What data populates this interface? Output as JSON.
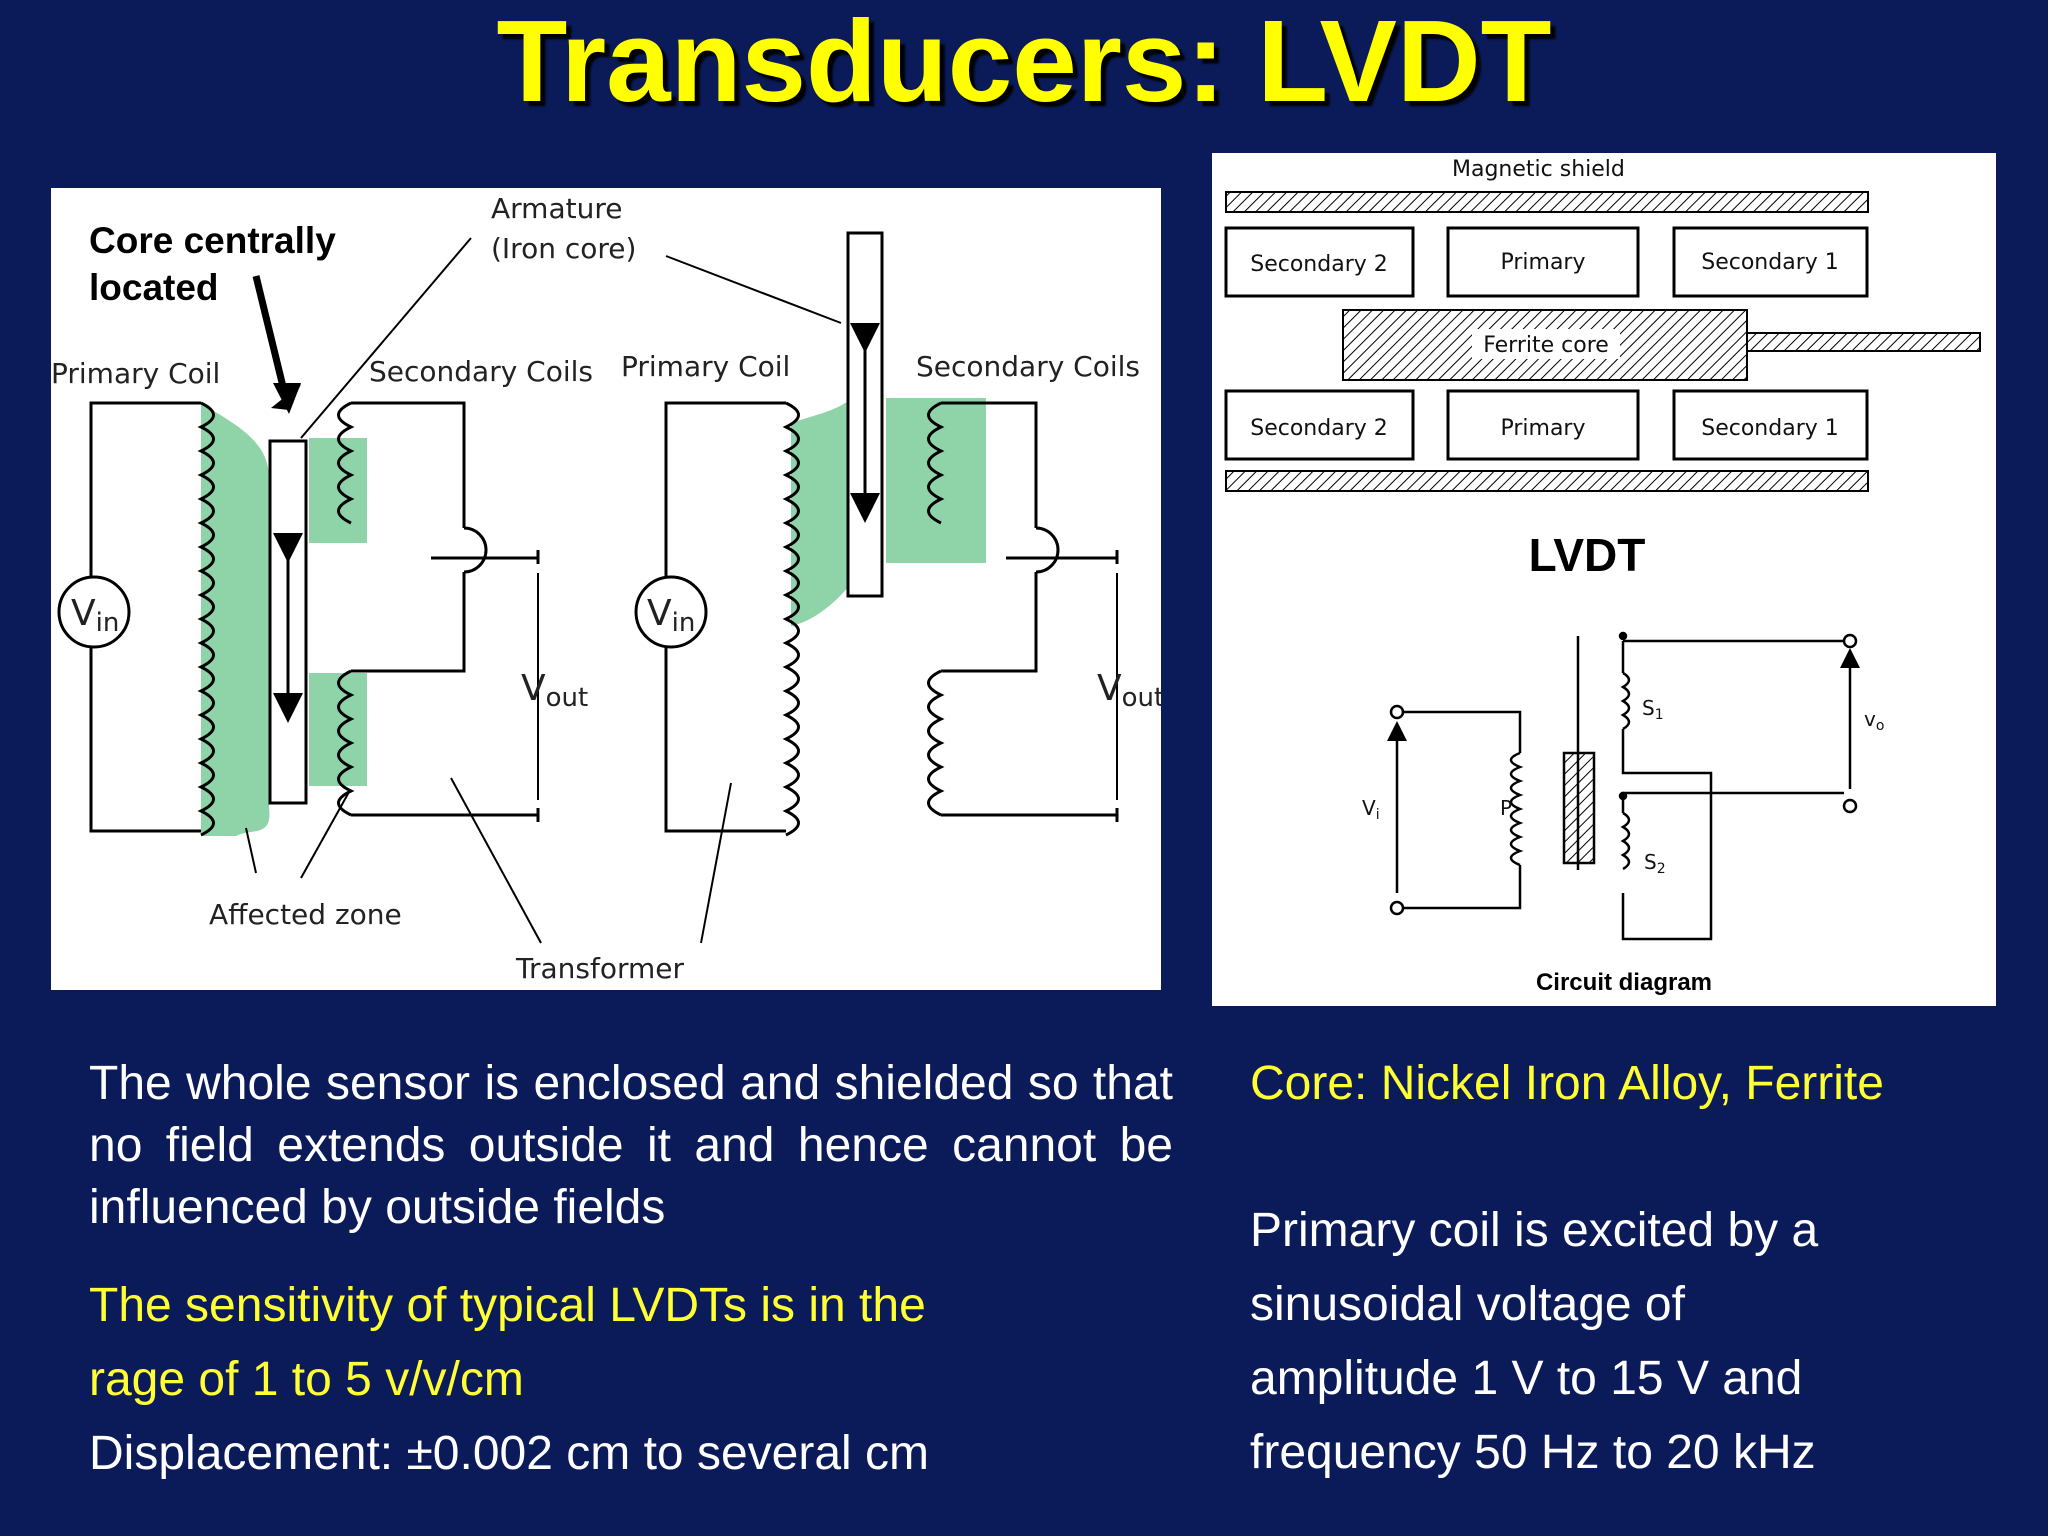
{
  "title": "Transducers: LVDT",
  "colors": {
    "background": "#0b1b5a",
    "title": "#ffff00",
    "highlight_text": "#ffff33",
    "affected_zone": "#8fd3a9"
  },
  "left_diagram": {
    "callout_core": [
      "Core centrally",
      "located"
    ],
    "armature": [
      "Armature",
      "(Iron core)"
    ],
    "primary_coil_left": "Primary Coil",
    "secondary_coils_left": "Secondary Coils",
    "primary_coil_right": "Primary Coil",
    "secondary_coils_right": "Secondary Coils",
    "vin": {
      "main": "V",
      "sub": "in"
    },
    "vout": {
      "main": "V",
      "sub": "out"
    },
    "affected_zone": "Affected zone",
    "transformer": "Transformer"
  },
  "right_diagram": {
    "magnetic_shield": "Magnetic shield",
    "top_row": [
      "Secondary 2",
      "Primary",
      "Secondary 1"
    ],
    "bottom_row": [
      "Secondary 2",
      "Primary",
      "Secondary 1"
    ],
    "ferrite_core": "Ferrite core",
    "lvdt_label": "LVDT",
    "circuit": {
      "vi": {
        "main": "V",
        "sub": "i"
      },
      "p": "P",
      "s1": {
        "main": "S",
        "sub": "1"
      },
      "s2": {
        "main": "S",
        "sub": "2"
      },
      "vo": {
        "main": "v",
        "sub": "o"
      }
    },
    "circuit_caption": "Circuit diagram"
  },
  "text": {
    "enclosed": "The whole sensor is enclosed and shielded so that no field extends outside it and hence cannot be influenced by outside fields",
    "sensitivity_line1": "The sensitivity of typical LVDTs is in the",
    "sensitivity_line2": "rage of 1 to 5 v/v/cm",
    "displacement": "Displacement:  ±0.002 cm to several cm",
    "core": "Core: Nickel Iron Alloy, Ferrite",
    "excited_lines": [
      "Primary coil is excited by a",
      "sinusoidal voltage of",
      "amplitude 1 V to 15 V and",
      "frequency 50 Hz to 20 kHz"
    ]
  }
}
